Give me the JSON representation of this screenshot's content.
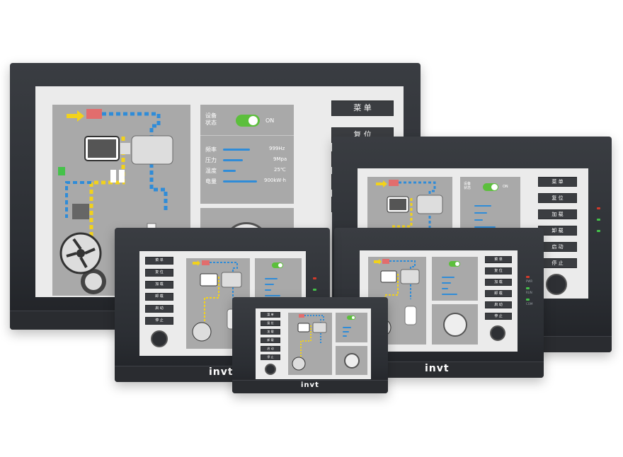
{
  "brand": "invt",
  "hmi": {
    "toggle_label": "设备\n状态",
    "toggle_state": "ON",
    "readings": [
      {
        "label": "频率",
        "value": "999Hz"
      },
      {
        "label": "压力",
        "value": "9Mpa"
      },
      {
        "label": "温度",
        "value": "25℃"
      },
      {
        "label": "电量",
        "value": "900kW·h"
      }
    ],
    "menu": [
      "菜 单",
      "复 位",
      "加 载",
      "卸 载",
      "启 动",
      "停 止"
    ],
    "menu_large_visible": [
      "菜 单",
      "复 位"
    ]
  },
  "leds": {
    "pwr": "PWR",
    "run": "RUN",
    "com": "COM"
  },
  "colors": {
    "bezel": "#2b2e33",
    "screen": "#ebebeb",
    "process_panel": "#a9a9a9",
    "pipe_blue": "#2f8cd8",
    "pipe_yellow": "#f2d21b",
    "toggle_green": "#5cbf3c",
    "menu_button": "#3b3d41",
    "led_red": "#d23a2b",
    "led_green": "#45c24a"
  }
}
